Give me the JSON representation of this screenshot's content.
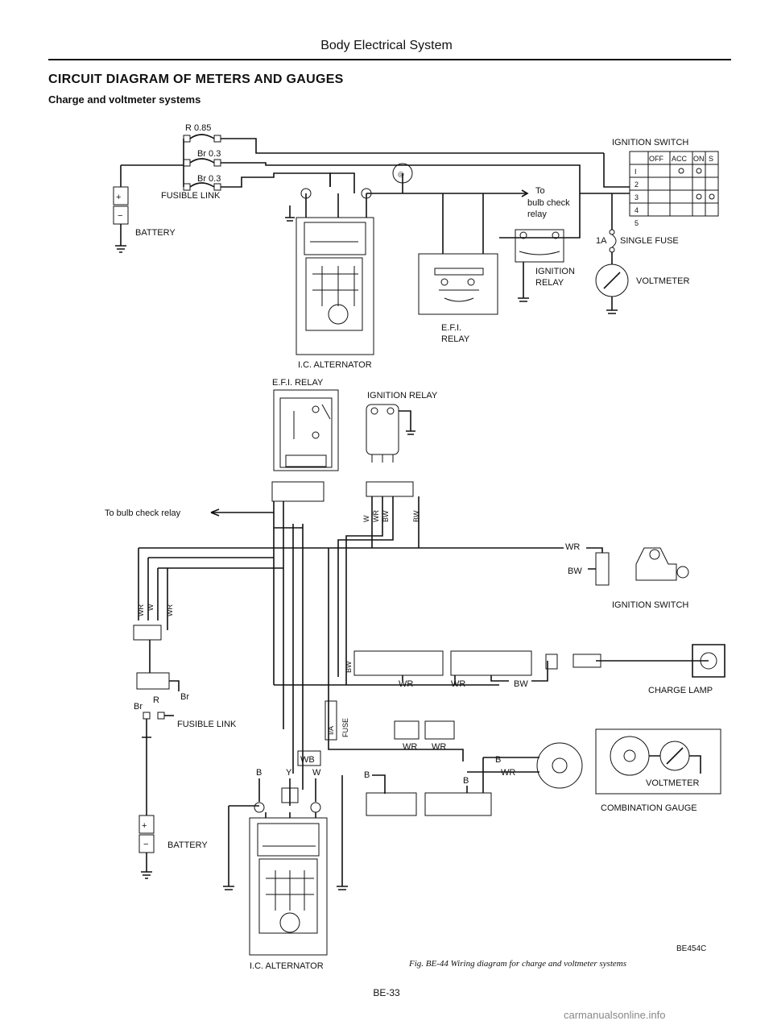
{
  "header": "Body Electrical System",
  "title": "CIRCUIT DIAGRAM OF METERS AND GAUGES",
  "subtitle": "Charge and voltmeter systems",
  "top_diagram": {
    "fusible_link_wires": [
      "R 0.85",
      "Br 0.3",
      "Br 0.3"
    ],
    "fusible_link": "FUSIBLE LINK",
    "battery": "BATTERY",
    "alternator": "I.C. ALTERNATOR",
    "to_relay_line1": "To",
    "to_relay_line2": "bulb check",
    "to_relay_line3": "relay",
    "efi_relay_line1": "E.F.I.",
    "efi_relay_line2": "RELAY",
    "ignition_relay_line1": "IGNITION",
    "ignition_relay_line2": "RELAY",
    "ignition_switch": "IGNITION SWITCH",
    "switch_header": [
      "OFF",
      "ACC",
      "ON",
      "S"
    ],
    "switch_rows": [
      "I",
      "2",
      "3",
      "4",
      "5"
    ],
    "single_fuse_amp": "1A",
    "single_fuse": "SINGLE FUSE",
    "voltmeter": "VOLTMETER"
  },
  "bottom_diagram": {
    "efi_relay": "E.F.I. RELAY",
    "ignition_relay": "IGNITION RELAY",
    "to_bulb_check": "To bulb check relay",
    "wire_codes_top": [
      "W",
      "WR",
      "BW",
      "BW"
    ],
    "wr_label": "WR",
    "bw_label": "BW",
    "ignition_switch": "IGNITION SWITCH",
    "left_wires": [
      "WR",
      "W",
      "WR"
    ],
    "fusible_link": "FUSIBLE LINK",
    "fl_wires": [
      "Br",
      "R",
      "Br"
    ],
    "battery": "BATTERY",
    "bw_vertical": "BW",
    "wr_a": "WR",
    "wr_b": "WR",
    "bw_c": "BW",
    "charge_lamp": "CHARGE LAMP",
    "fuse_box": "I/A",
    "fuse_label": "FUSE",
    "wr_c": "WR",
    "wr_d": "WR",
    "wb": "WB",
    "alt_wires": [
      "B",
      "Y",
      "W"
    ],
    "b_a": "B",
    "b_b": "B",
    "wr_e": "WR",
    "b_c": "B",
    "voltmeter": "VOLTMETER",
    "combination_gauge": "COMBINATION GAUGE",
    "alternator": "I.C. ALTERNATOR"
  },
  "figure_code": "BE454C",
  "caption": "Fig. BE-44  Wiring diagram for charge and voltmeter systems",
  "page_number": "BE-33",
  "watermark": "carmanualsonline.info"
}
